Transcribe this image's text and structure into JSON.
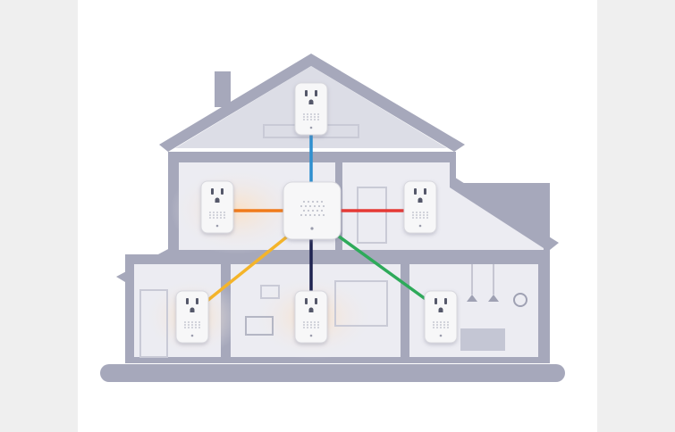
{
  "colors": {
    "house": "#a6a8bb",
    "room": "#ececf2",
    "glow": "#fbe3cc",
    "link_top": "#2f8fcf",
    "link_left": "#f07a1a",
    "link_right": "#e53935",
    "link_lower_left": "#f4b42a",
    "link_lower_middle": "#1e2350",
    "link_lower_right": "#2eaa5a"
  },
  "devices": {
    "hub": "router-hub",
    "extenders": [
      "top",
      "upper-left",
      "upper-right",
      "lower-left",
      "lower-middle",
      "lower-right"
    ]
  }
}
